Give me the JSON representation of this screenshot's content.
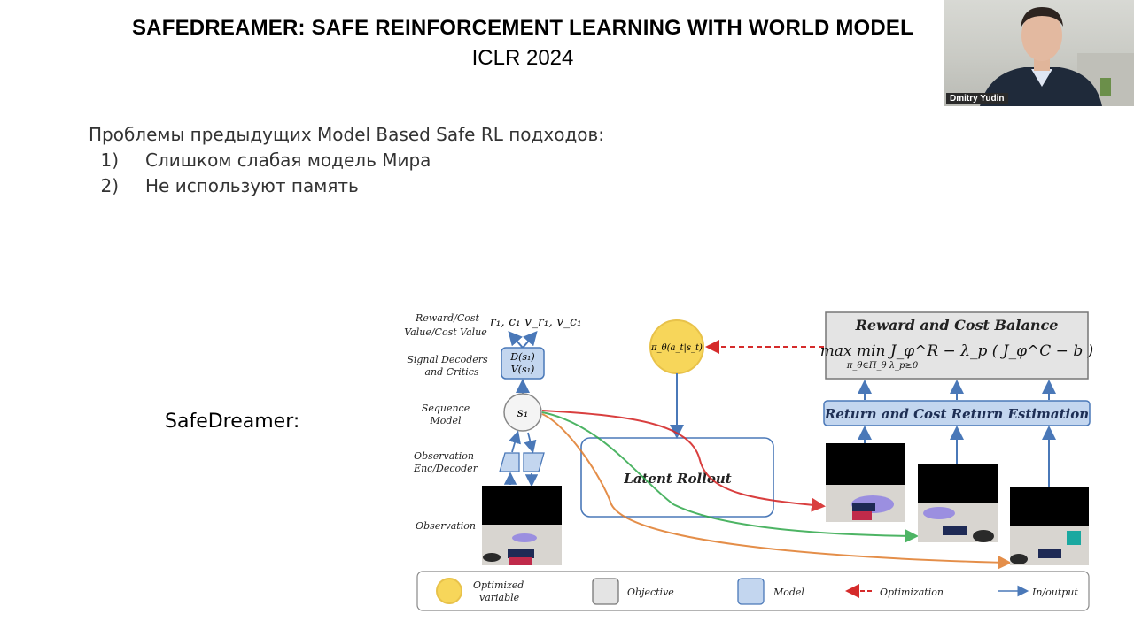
{
  "slide": {
    "title": "SAFEDREAMER: SAFE REINFORCEMENT LEARNING WITH WORLD MODEL",
    "venue": "ICLR 2024",
    "problems_heading": "Проблемы предыдущих Model Based Safe RL подходов:",
    "problems": [
      {
        "num": "1)",
        "text": "Слишком слабая модель Мира"
      },
      {
        "num": "2)",
        "text": "Не используют память"
      }
    ],
    "method_label": "SafeDreamer:"
  },
  "webcam": {
    "name": "Dmitry Yudin"
  },
  "diagram": {
    "left_labels": {
      "reward_cost": "Reward/Cost",
      "value_cost_value": "Value/Cost Value",
      "signal_decoders": "Signal Decoders",
      "and_critics": "and Critics",
      "sequence": "Sequence",
      "model": "Model",
      "observation_enc": "Observation",
      "enc_decoder": "Enc/Decoder",
      "observation": "Observation"
    },
    "outputs": "r₁, c₁  v_r₁, v_c₁",
    "decoder_line1": "D(s₁)",
    "decoder_line2": "V(s₁)",
    "state": "s₁",
    "policy": "π_θ(a_t|s_t)",
    "latent_rollout": "Latent Rollout",
    "balance_title": "Reward and Cost Balance",
    "balance_formula": "max   min   J_φ^R − λ_p ( J_φ^C − b )",
    "balance_sub": "π_θ∈Π_θ  λ_p≥0",
    "return_estimation": "Return and Cost Return Estimation",
    "legend": {
      "optimized_line1": "Optimized",
      "optimized_line2": "variable",
      "objective": "Objective",
      "model": "Model",
      "optimization": "Optimization",
      "inoutput": "In/output"
    },
    "colors": {
      "policy_fill": "#f7d65a",
      "objective_fill": "#e4e4e4",
      "model_fill": "#c3d6ef",
      "arrow_blue": "#4a78b8",
      "optimization_red": "#d52b2b",
      "path_red": "#d52b2b",
      "path_green": "#2ea84a",
      "path_orange": "#e07b2a"
    }
  }
}
